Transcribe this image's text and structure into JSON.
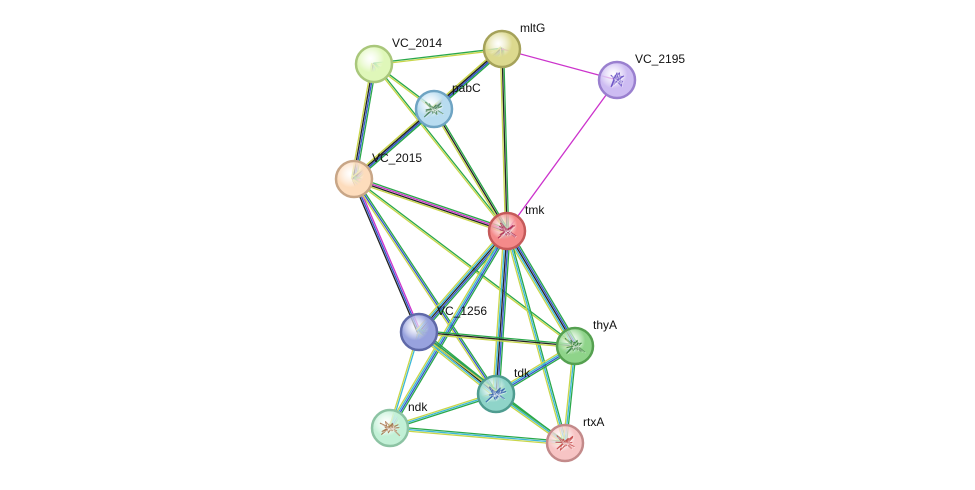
{
  "nodes": [
    {
      "id": "VC_2014",
      "label": "VC_2014",
      "fill": "#dff7b9",
      "stroke": "#a9c77b",
      "structure": false
    },
    {
      "id": "mltG",
      "label": "mltG",
      "fill": "#dcd98e",
      "stroke": "#a5a25a",
      "structure": false
    },
    {
      "id": "VC_2195",
      "label": "VC_2195",
      "fill": "#cdbcf2",
      "stroke": "#9a80cf",
      "structure": true,
      "glyph": "#5b3fc0"
    },
    {
      "id": "pabC",
      "label": "pabC",
      "fill": "#b8dcf0",
      "stroke": "#6fa4c3",
      "structure": true,
      "glyph": "#3d7a4a"
    },
    {
      "id": "VC_2015",
      "label": "VC_2015",
      "fill": "#fddcbc",
      "stroke": "#c8a687",
      "structure": false
    },
    {
      "id": "tmk",
      "label": "tmk",
      "fill": "#f48a8a",
      "stroke": "#c55a5a",
      "structure": true,
      "glyph": "#a8204a"
    },
    {
      "id": "VC_1256",
      "label": "VC_1256",
      "fill": "#98a2de",
      "stroke": "#5f69a8",
      "structure": false
    },
    {
      "id": "thyA",
      "label": "thyA",
      "fill": "#8fd48a",
      "stroke": "#55a050",
      "structure": true,
      "glyph": "#2f7a30"
    },
    {
      "id": "tdk",
      "label": "tdk",
      "fill": "#8fd4c9",
      "stroke": "#4f9c90",
      "structure": true,
      "glyph": "#2b56a8"
    },
    {
      "id": "ndk",
      "label": "ndk",
      "fill": "#c2f0d6",
      "stroke": "#8cc3a3",
      "structure": true,
      "glyph": "#a0663a"
    },
    {
      "id": "rtxA",
      "label": "rtxA",
      "fill": "#f7c4c4",
      "stroke": "#c38a8a",
      "structure": true,
      "glyph": "#c03a3a"
    }
  ],
  "edges": [
    {
      "a": "VC_2014",
      "b": "mltG",
      "colors": [
        "#2aa84a",
        "#c9d64a"
      ]
    },
    {
      "a": "VC_2014",
      "b": "pabC",
      "colors": [
        "#2aa84a",
        "#c9d64a"
      ]
    },
    {
      "a": "VC_2014",
      "b": "VC_2015",
      "colors": [
        "#2aa84a",
        "#3355cc",
        "#222222",
        "#c9d64a"
      ]
    },
    {
      "a": "VC_2014",
      "b": "tmk",
      "colors": [
        "#2aa84a",
        "#c9d64a"
      ]
    },
    {
      "a": "mltG",
      "b": "pabC",
      "colors": [
        "#2aa84a",
        "#3355cc",
        "#222222",
        "#c9d64a"
      ]
    },
    {
      "a": "mltG",
      "b": "VC_2015",
      "colors": [
        "#2aa84a",
        "#3355cc",
        "#222222",
        "#c9d64a"
      ]
    },
    {
      "a": "mltG",
      "b": "tmk",
      "colors": [
        "#2aa84a",
        "#222222",
        "#c9d64a"
      ]
    },
    {
      "a": "mltG",
      "b": "VC_2195",
      "colors": [
        "#cc33cc"
      ]
    },
    {
      "a": "VC_2195",
      "b": "tmk",
      "colors": [
        "#cc33cc"
      ]
    },
    {
      "a": "pabC",
      "b": "VC_2015",
      "colors": [
        "#2aa84a",
        "#3355cc",
        "#222222",
        "#c9d64a"
      ]
    },
    {
      "a": "pabC",
      "b": "tmk",
      "colors": [
        "#2aa84a",
        "#222222",
        "#c9d64a"
      ]
    },
    {
      "a": "VC_2015",
      "b": "tmk",
      "colors": [
        "#2aa84a",
        "#cc33cc",
        "#222222",
        "#c9d64a"
      ]
    },
    {
      "a": "VC_2015",
      "b": "VC_1256",
      "colors": [
        "#cc33cc",
        "#3355cc",
        "#222222"
      ]
    },
    {
      "a": "VC_2015",
      "b": "tdk",
      "colors": [
        "#2aa84a",
        "#3355cc",
        "#c9d64a"
      ]
    },
    {
      "a": "VC_2015",
      "b": "thyA",
      "colors": [
        "#2aa84a",
        "#c9d64a"
      ]
    },
    {
      "a": "tmk",
      "b": "VC_1256",
      "colors": [
        "#2aa84a",
        "#3355cc",
        "#222222",
        "#3cb8d8",
        "#c9d64a"
      ]
    },
    {
      "a": "tmk",
      "b": "thyA",
      "colors": [
        "#2aa84a",
        "#3355cc",
        "#222222",
        "#3cb8d8",
        "#c9d64a"
      ]
    },
    {
      "a": "tmk",
      "b": "tdk",
      "colors": [
        "#2aa84a",
        "#3355cc",
        "#222222",
        "#3cb8d8",
        "#c9d64a"
      ]
    },
    {
      "a": "tmk",
      "b": "ndk",
      "colors": [
        "#2aa84a",
        "#3355cc",
        "#3cb8d8",
        "#c9d64a"
      ]
    },
    {
      "a": "tmk",
      "b": "rtxA",
      "colors": [
        "#2aa84a",
        "#3cb8d8",
        "#c9d64a"
      ]
    },
    {
      "a": "VC_1256",
      "b": "thyA",
      "colors": [
        "#2aa84a",
        "#222222",
        "#c9d64a"
      ]
    },
    {
      "a": "VC_1256",
      "b": "tdk",
      "colors": [
        "#2aa84a",
        "#3355cc",
        "#222222",
        "#3cb8d8",
        "#c9d64a"
      ]
    },
    {
      "a": "VC_1256",
      "b": "ndk",
      "colors": [
        "#3cb8d8",
        "#c9d64a"
      ]
    },
    {
      "a": "VC_1256",
      "b": "rtxA",
      "colors": [
        "#2aa84a",
        "#c9d64a"
      ]
    },
    {
      "a": "thyA",
      "b": "tdk",
      "colors": [
        "#2aa84a",
        "#3355cc",
        "#3cb8d8",
        "#c9d64a"
      ]
    },
    {
      "a": "thyA",
      "b": "rtxA",
      "colors": [
        "#2aa84a",
        "#3cb8d8",
        "#c9d64a"
      ]
    },
    {
      "a": "tdk",
      "b": "ndk",
      "colors": [
        "#2aa84a",
        "#3cb8d8",
        "#c9d64a"
      ]
    },
    {
      "a": "tdk",
      "b": "rtxA",
      "colors": [
        "#2aa84a",
        "#3cb8d8",
        "#c9d64a"
      ]
    },
    {
      "a": "ndk",
      "b": "rtxA",
      "colors": [
        "#2aa84a",
        "#3cb8d8",
        "#c9d64a"
      ]
    }
  ]
}
